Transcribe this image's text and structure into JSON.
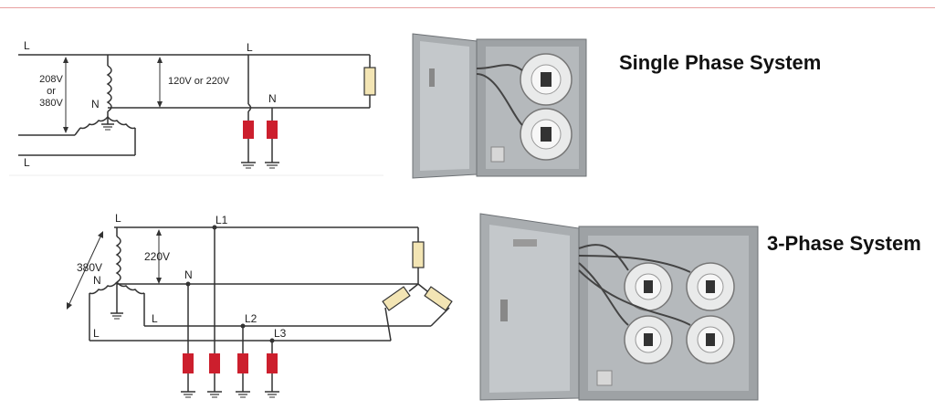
{
  "single_phase": {
    "title": "Single Phase System",
    "labels": {
      "line_top_left": "L",
      "line_tap": "L",
      "line_bottom": "L",
      "supply_voltage": [
        "208V",
        "or",
        "380V"
      ],
      "load_voltage": "120V or 220V",
      "neutral_source": "N",
      "neutral_tap": "N"
    }
  },
  "three_phase": {
    "title": "3-Phase System",
    "labels": {
      "line_top": "L",
      "l1": "L1",
      "l2": "L2",
      "l3": "L3",
      "line_mid": "L",
      "line_bottom": "L",
      "supply_voltage": "380V",
      "load_voltage": "220V",
      "neutral_source": "N",
      "neutral_tap": "N"
    }
  },
  "colors": {
    "wire": "#333333",
    "arrester": "#cc1f2d",
    "load": "#f3e5b4",
    "enclosure": "#b8bcbf",
    "accent_line": "#e8a0a0"
  }
}
